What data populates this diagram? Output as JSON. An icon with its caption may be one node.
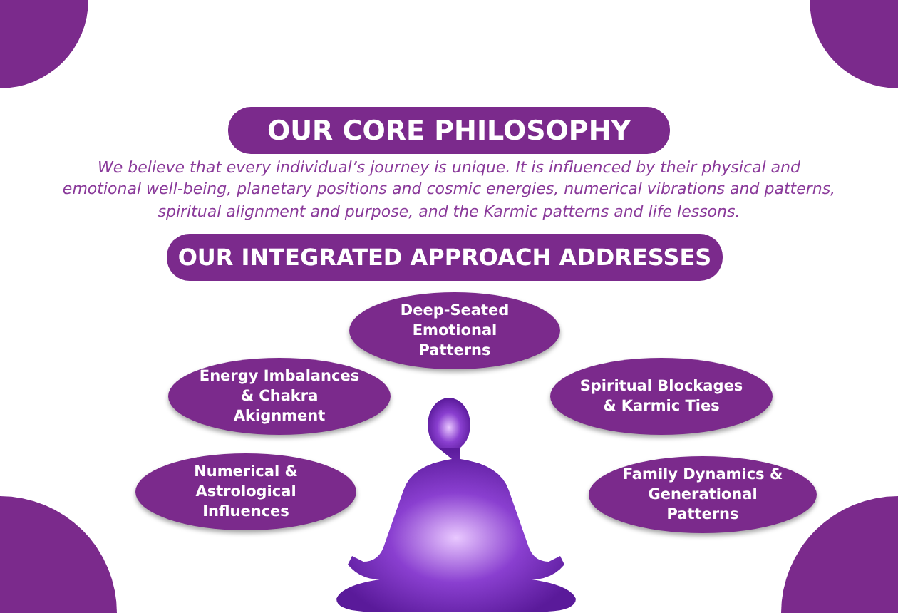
{
  "diagram": {
    "nodes": [
      {
        "text": [
          "OUR CORE PHILOSOPHY"
        ]
      },
      {
        "text": [
          "OUR INTEGRATED APPROACH ADDRESSES"
        ]
      },
      {
        "text": [
          "Deep-Seated Emotional Patterns"
        ]
      },
      {
        "text": [
          "Energy Imbalances & Chakra Akignment"
        ]
      },
      {
        "text": [
          "Spiritual Blockages & Karmic Ties"
        ]
      },
      {
        "text": [
          "Numerical & Astrological Influences"
        ]
      },
      {
        "text": [
          "Family Dynamics & Generational Patterns"
        ]
      }
    ],
    "edges": [],
    "labels": [
      "We believe that every individual’s journey is unique. It is influenced by their physical and emotional well-being, planetary positions and cosmic energies, numerical vibrations and patterns, spiritual alignment and purpose, and the Karmic patterns and life lessons."
    ]
  }
}
